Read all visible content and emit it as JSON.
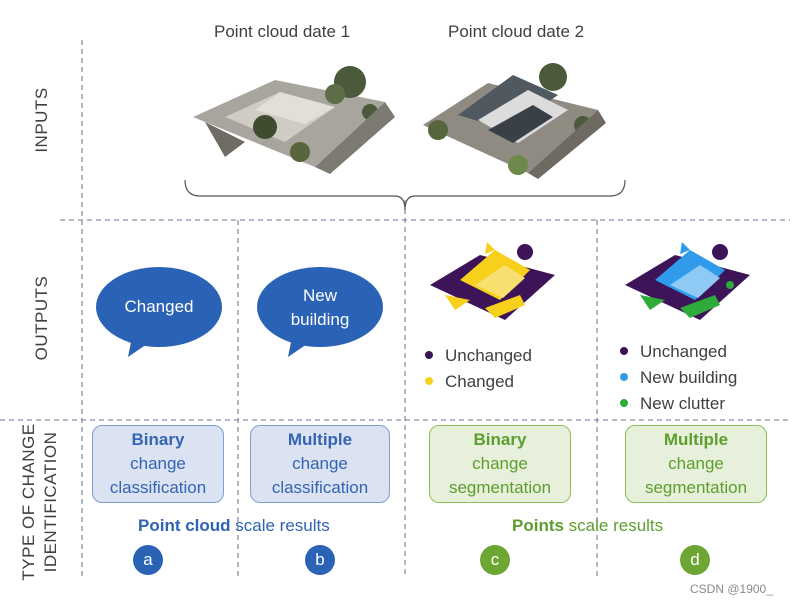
{
  "rows": {
    "inputs": "INPUTS",
    "outputs": "OUTPUTS",
    "type_line1": "TYPE OF CHANGE",
    "type_line2": "IDENTIFICATION"
  },
  "inputs": {
    "date1": "Point cloud date 1",
    "date2": "Point cloud date 2"
  },
  "bubbles": {
    "changed": "Changed",
    "new_line1": "New",
    "new_line2": "building"
  },
  "legend_c": {
    "unchanged": "Unchanged",
    "changed": "Changed"
  },
  "legend_d": {
    "unchanged": "Unchanged",
    "new_building": "New building",
    "new_clutter": "New clutter"
  },
  "types": {
    "a": {
      "bold": "Binary",
      "line2": "change",
      "line3": "classification"
    },
    "b": {
      "bold": "Multiple",
      "line2": "change",
      "line3": "classification"
    },
    "c": {
      "bold": "Binary",
      "line2": "change",
      "line3": "segmentation"
    },
    "d": {
      "bold": "Multiple",
      "line2": "change",
      "line3": "segmentation"
    }
  },
  "scales": {
    "cloud_bold": "Point cloud",
    "cloud_rest": " scale results",
    "points_bold": "Points",
    "points_rest": " scale results"
  },
  "markers": {
    "a": "a",
    "b": "b",
    "c": "c",
    "d": "d"
  },
  "watermark": "CSDN @1900_",
  "colors": {
    "blue": "#2a63b6",
    "green": "#6ea634",
    "unchanged": "#3d1457",
    "changed": "#f6d01a",
    "new_building": "#2f9bea",
    "new_clutter": "#2eab3a"
  }
}
